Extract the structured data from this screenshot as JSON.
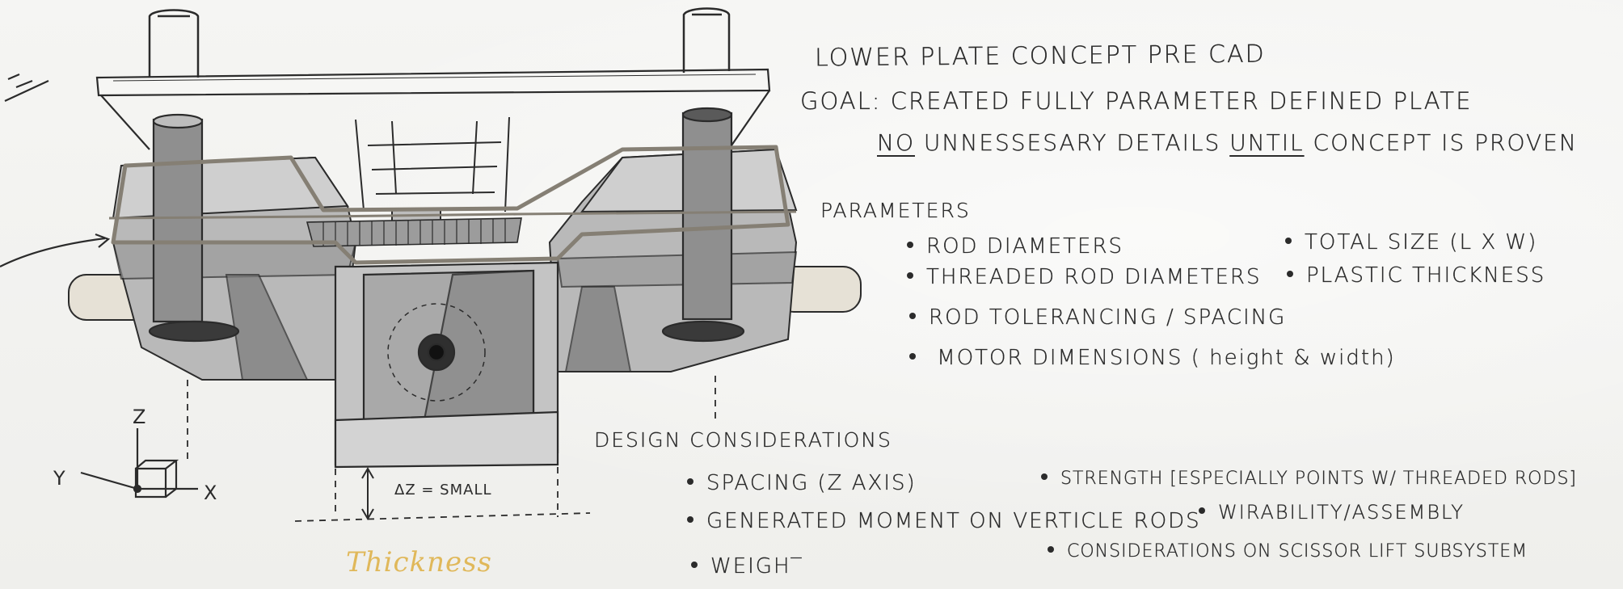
{
  "notes": {
    "title": "Lower plate concept pre CAD",
    "goal_prefix": "Goal:",
    "goal_text": "Created fully parameter defined plate",
    "no": "No",
    "no_rest1": "unnessesary details",
    "until": "until",
    "no_rest2": "concept is proven"
  },
  "parameters": {
    "heading": "Parameters",
    "items_left": [
      "Rod diameters",
      "Threaded rod diameters",
      "Rod tolerancing / spacing"
    ],
    "motor_prefix": "Motor dimensions",
    "motor_suffix": "( height & width)",
    "items_right": [
      "Total size (L x W)",
      "Plastic thickness"
    ]
  },
  "design": {
    "heading": "Design considerations",
    "items_left": [
      "Spacing (z axis)",
      "Generated moment on verticle rods",
      "Weigh‾"
    ],
    "items_right": [
      "Strength [especially points w/ threaded rods]",
      "Wirability/assembly",
      "Considerations on scissor lift subsystem"
    ]
  },
  "sketch": {
    "dz_label": "ΔZ = SMALL",
    "thickness_label": "Thickness",
    "axis_x": "X",
    "axis_y": "Y",
    "axis_z": "Z"
  },
  "colors": {
    "ink": "#2b2b2b",
    "grey_light": "#cfcfcf",
    "grey_mid": "#a9a9a9",
    "grey_dark": "#6e6e6e",
    "taupe_outline": "#857f74",
    "rod_cream": "#e6e1d6",
    "accent_yellow": "#e0b85a"
  }
}
